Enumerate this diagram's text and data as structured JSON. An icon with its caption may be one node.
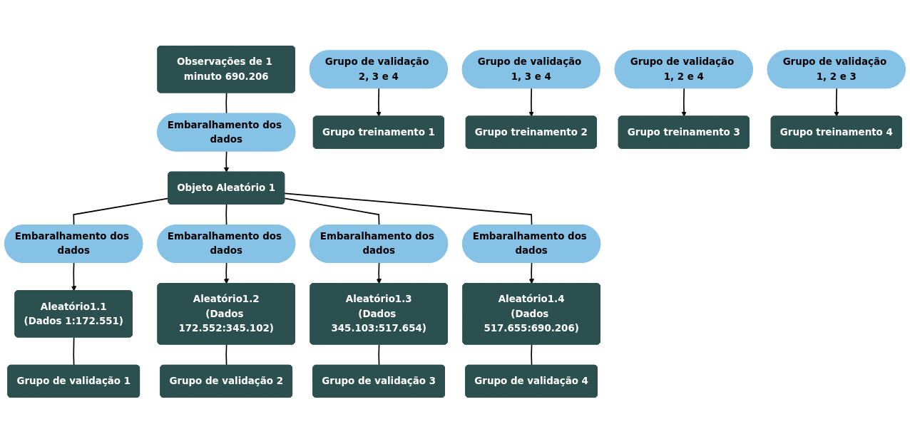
{
  "diagram": {
    "nodes": [
      {
        "text": [
          "Observações de 1 minuto 690.206"
        ]
      },
      {
        "text": [
          "Embaralhamento dos dados"
        ]
      },
      {
        "text": [
          "Objeto Aleatório 1"
        ]
      },
      {
        "text": [
          "Embaralhamento dos dados"
        ]
      },
      {
        "text": [
          "Embaralhamento dos dados"
        ]
      },
      {
        "text": [
          "Embaralhamento dos dados"
        ]
      },
      {
        "text": [
          "Embaralhamento dos dados"
        ]
      },
      {
        "text": [
          "Aleatório1.1",
          "(Dados 1:172.551)"
        ]
      },
      {
        "text": [
          "Aleatório1.2",
          "(Dados 172.552:345.102)"
        ]
      },
      {
        "text": [
          "Aleatório1.3",
          "(Dados 345.103:517.654)"
        ]
      },
      {
        "text": [
          "Aleatório1.4",
          "(Dados 517.655:690.206)"
        ]
      },
      {
        "text": [
          "Grupo de validação 1"
        ]
      },
      {
        "text": [
          "Grupo de validação 2"
        ]
      },
      {
        "text": [
          "Grupo de validação 3"
        ]
      },
      {
        "text": [
          "Grupo de validação 4"
        ]
      },
      {
        "text": [
          "Grupo de validação 2, 3 e 4"
        ]
      },
      {
        "text": [
          "Grupo de validação 1, 3 e 4"
        ]
      },
      {
        "text": [
          "Grupo de validação 1, 2 e 4"
        ]
      },
      {
        "text": [
          "Grupo de validação 1, 2 e 3"
        ]
      },
      {
        "text": [
          "Grupo treinamento 1"
        ]
      },
      {
        "text": [
          "Grupo treinamento 2"
        ]
      },
      {
        "text": [
          "Grupo treinamento 3"
        ]
      },
      {
        "text": [
          "Grupo treinamento 4"
        ]
      }
    ],
    "edges": [
      {
        "from": 0,
        "to": 1,
        "arrow": "none"
      },
      {
        "from": 1,
        "to": 2,
        "arrow": "to"
      },
      {
        "from": 2,
        "to": 3,
        "arrow": "none"
      },
      {
        "from": 2,
        "to": 4,
        "arrow": "none"
      },
      {
        "from": 2,
        "to": 5,
        "arrow": "none"
      },
      {
        "from": 2,
        "to": 6,
        "arrow": "none"
      },
      {
        "from": 3,
        "to": 7,
        "arrow": "to"
      },
      {
        "from": 4,
        "to": 8,
        "arrow": "to"
      },
      {
        "from": 5,
        "to": 9,
        "arrow": "to"
      },
      {
        "from": 6,
        "to": 10,
        "arrow": "to"
      },
      {
        "from": 7,
        "to": 11,
        "arrow": "none"
      },
      {
        "from": 8,
        "to": 12,
        "arrow": "none"
      },
      {
        "from": 9,
        "to": 13,
        "arrow": "none"
      },
      {
        "from": 10,
        "to": 14,
        "arrow": "none"
      },
      {
        "from": 15,
        "to": 19,
        "arrow": "to"
      },
      {
        "from": 16,
        "to": 20,
        "arrow": "to"
      },
      {
        "from": 17,
        "to": 21,
        "arrow": "to"
      },
      {
        "from": 18,
        "to": 22,
        "arrow": "to"
      }
    ]
  }
}
